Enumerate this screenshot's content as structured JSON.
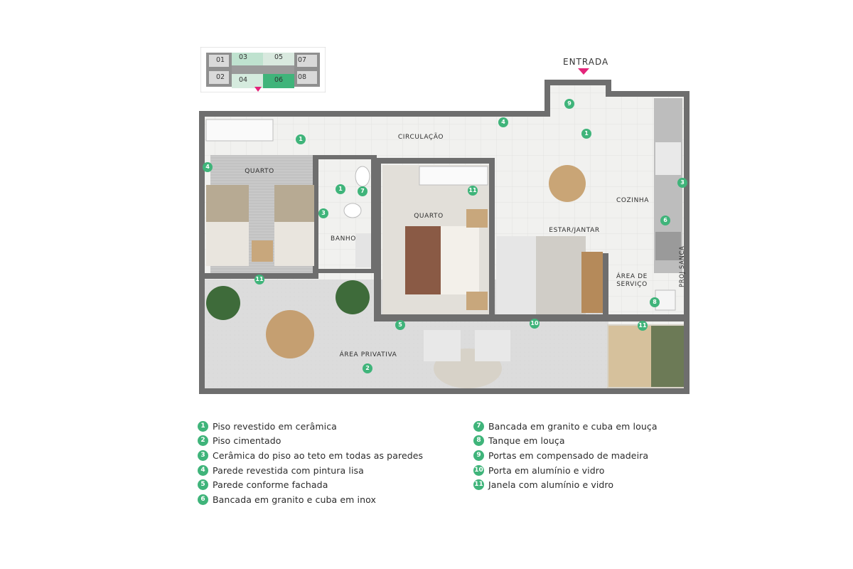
{
  "keyplan": {
    "units": [
      {
        "id": "01"
      },
      {
        "id": "02"
      },
      {
        "id": "03"
      },
      {
        "id": "04"
      },
      {
        "id": "05"
      },
      {
        "id": "06"
      },
      {
        "id": "07"
      },
      {
        "id": "08"
      }
    ]
  },
  "entrance": {
    "label": "ENTRADA",
    "color": "#e4247a"
  },
  "rooms": {
    "circulacao": "CIRCULAÇÃO",
    "quarto1": "QUARTO",
    "quarto2": "QUARTO",
    "banho": "BANHO",
    "estar": "ESTAR/JANTAR",
    "cozinha": "COZINHA",
    "servico_line1": "ÁREA DE",
    "servico_line2": "SERVIÇO",
    "area_privativa": "ÁREA PRIVATIVA",
    "proj_sanca": "PROJ SANCA"
  },
  "markers": {
    "m1a": "1",
    "m1b": "1",
    "m1c": "1",
    "m2": "2",
    "m3a": "3",
    "m3b": "3",
    "m4a": "4",
    "m4b": "4",
    "m5": "5",
    "m6": "6",
    "m7": "7",
    "m8": "8",
    "m9": "9",
    "m10": "10",
    "m11a": "11",
    "m11b": "11",
    "m11c": "11"
  },
  "legend": {
    "left": [
      {
        "num": "1",
        "text": "Piso revestido em cerâmica"
      },
      {
        "num": "2",
        "text": "Piso cimentado"
      },
      {
        "num": "3",
        "text": "Cerâmica do piso ao teto em todas as paredes"
      },
      {
        "num": "4",
        "text": "Parede revestida com pintura lisa"
      },
      {
        "num": "5",
        "text": "Parede conforme fachada"
      },
      {
        "num": "6",
        "text": "Bancada em granito e cuba em inox"
      }
    ],
    "right": [
      {
        "num": "7",
        "text": "Bancada em granito e cuba em louça"
      },
      {
        "num": "8",
        "text": "Tanque em louça"
      },
      {
        "num": "9",
        "text": "Portas em compensado de madeira"
      },
      {
        "num": "10",
        "text": "Porta em alumínio e vidro"
      },
      {
        "num": "11",
        "text": "Janela com alumínio e vidro"
      }
    ]
  },
  "colors": {
    "marker": "#3fb47a",
    "wall": "#6b6b6b",
    "floor": "#eeeeec",
    "highlight": "#3fb47a"
  }
}
